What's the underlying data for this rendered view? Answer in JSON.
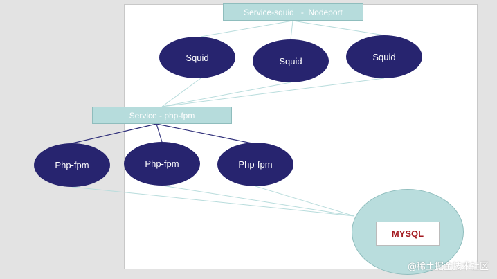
{
  "colors": {
    "background": "#e3e3e3",
    "slide": "#ffffff",
    "node_fill": "#27246f",
    "service_fill": "#b6dcdc",
    "mysql_circle_fill": "#b9dddd",
    "mysql_text": "#a3191f",
    "wire_light": "#b8dcdc",
    "wire_dark": "#2f2f7a"
  },
  "diagram": {
    "service_squid": {
      "label": "Service-squid   -  Nodeport"
    },
    "squid_nodes": [
      {
        "label": "Squid"
      },
      {
        "label": "Squid"
      },
      {
        "label": "Squid"
      }
    ],
    "service_php": {
      "label": "Service - php-fpm"
    },
    "php_nodes": [
      {
        "label": "Php-fpm"
      },
      {
        "label": "Php-fpm"
      },
      {
        "label": "Php-fpm"
      }
    ],
    "mysql": {
      "label": "MYSQL"
    }
  },
  "watermark": {
    "text": "@稀土掘金技术社区"
  }
}
